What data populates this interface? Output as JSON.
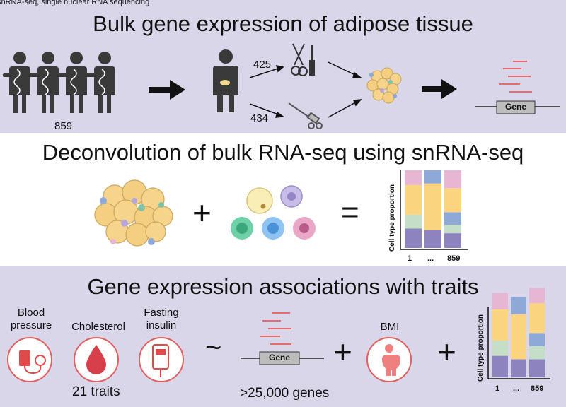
{
  "footnote": "snRNA-seq, single nuclear RNA sequencing",
  "panel_top": {
    "title": "Bulk gene expression of adipose tissue",
    "cohort_count": "859",
    "surgical_count": "425",
    "needle_count": "434",
    "gene_label": "Gene"
  },
  "panel_mid": {
    "title": "Deconvolution of bulk RNA-seq using snRNA-seq",
    "plus": "+",
    "equals": "=",
    "chart_ylabel": "Cell type proportion",
    "ticks": [
      "1",
      "...",
      "859"
    ]
  },
  "panel_bot": {
    "title": "Gene expression associations with traits",
    "trait1": "Blood\npressure",
    "trait2": "Cholesterol",
    "trait3": "Fasting\ninsulin",
    "traits_count": "21 traits",
    "tilde": "~",
    "gene_label": "Gene",
    "genes_count": ">25,000 genes",
    "plus1": "+",
    "bmi": "BMI",
    "plus2": "+",
    "chart_ylabel": "Cell type proportion",
    "ticks": [
      "1",
      "...",
      "859"
    ]
  },
  "colors": {
    "pink": "#e7b6d2",
    "yellow": "#fbd480",
    "green": "#c4dec8",
    "blue": "#8ea8d8",
    "purple": "#8d83bf",
    "red": "#e05b5b"
  },
  "chart_data": [
    {
      "type": "bar",
      "stacked": true,
      "categories": [
        "1",
        "...",
        "859"
      ],
      "ylabel": "Cell type proportion",
      "series": [
        {
          "color": "#8d83bf",
          "values": [
            0.25,
            0.23,
            0.19
          ]
        },
        {
          "color": "#c4dec8",
          "values": [
            0.18,
            0.0,
            0.11
          ]
        },
        {
          "color": "#8ea8d8",
          "values": [
            0.0,
            0.0,
            0.16
          ]
        },
        {
          "color": "#fbd480",
          "values": [
            0.38,
            0.6,
            0.31
          ]
        },
        {
          "color": "#8ea8d8",
          "values": [
            0.0,
            0.17,
            0.0
          ]
        },
        {
          "color": "#e7b6d2",
          "values": [
            0.19,
            0.0,
            0.23
          ]
        }
      ]
    },
    {
      "type": "bar",
      "stacked": true,
      "categories": [
        "1",
        "...",
        "859"
      ],
      "ylabel": "Cell type proportion",
      "series": [
        {
          "color": "#8d83bf",
          "values": [
            0.31,
            0.26,
            0.26
          ]
        },
        {
          "color": "#c4dec8",
          "values": [
            0.22,
            0.0,
            0.19
          ]
        },
        {
          "color": "#8ea8d8",
          "values": [
            0.0,
            0.0,
            0.19
          ]
        },
        {
          "color": "#fbd480",
          "values": [
            0.45,
            0.65,
            0.43
          ]
        },
        {
          "color": "#8ea8d8",
          "values": [
            0.0,
            0.25,
            0.0
          ]
        },
        {
          "color": "#e7b6d2",
          "values": [
            0.24,
            0.0,
            0.22
          ]
        }
      ]
    }
  ]
}
